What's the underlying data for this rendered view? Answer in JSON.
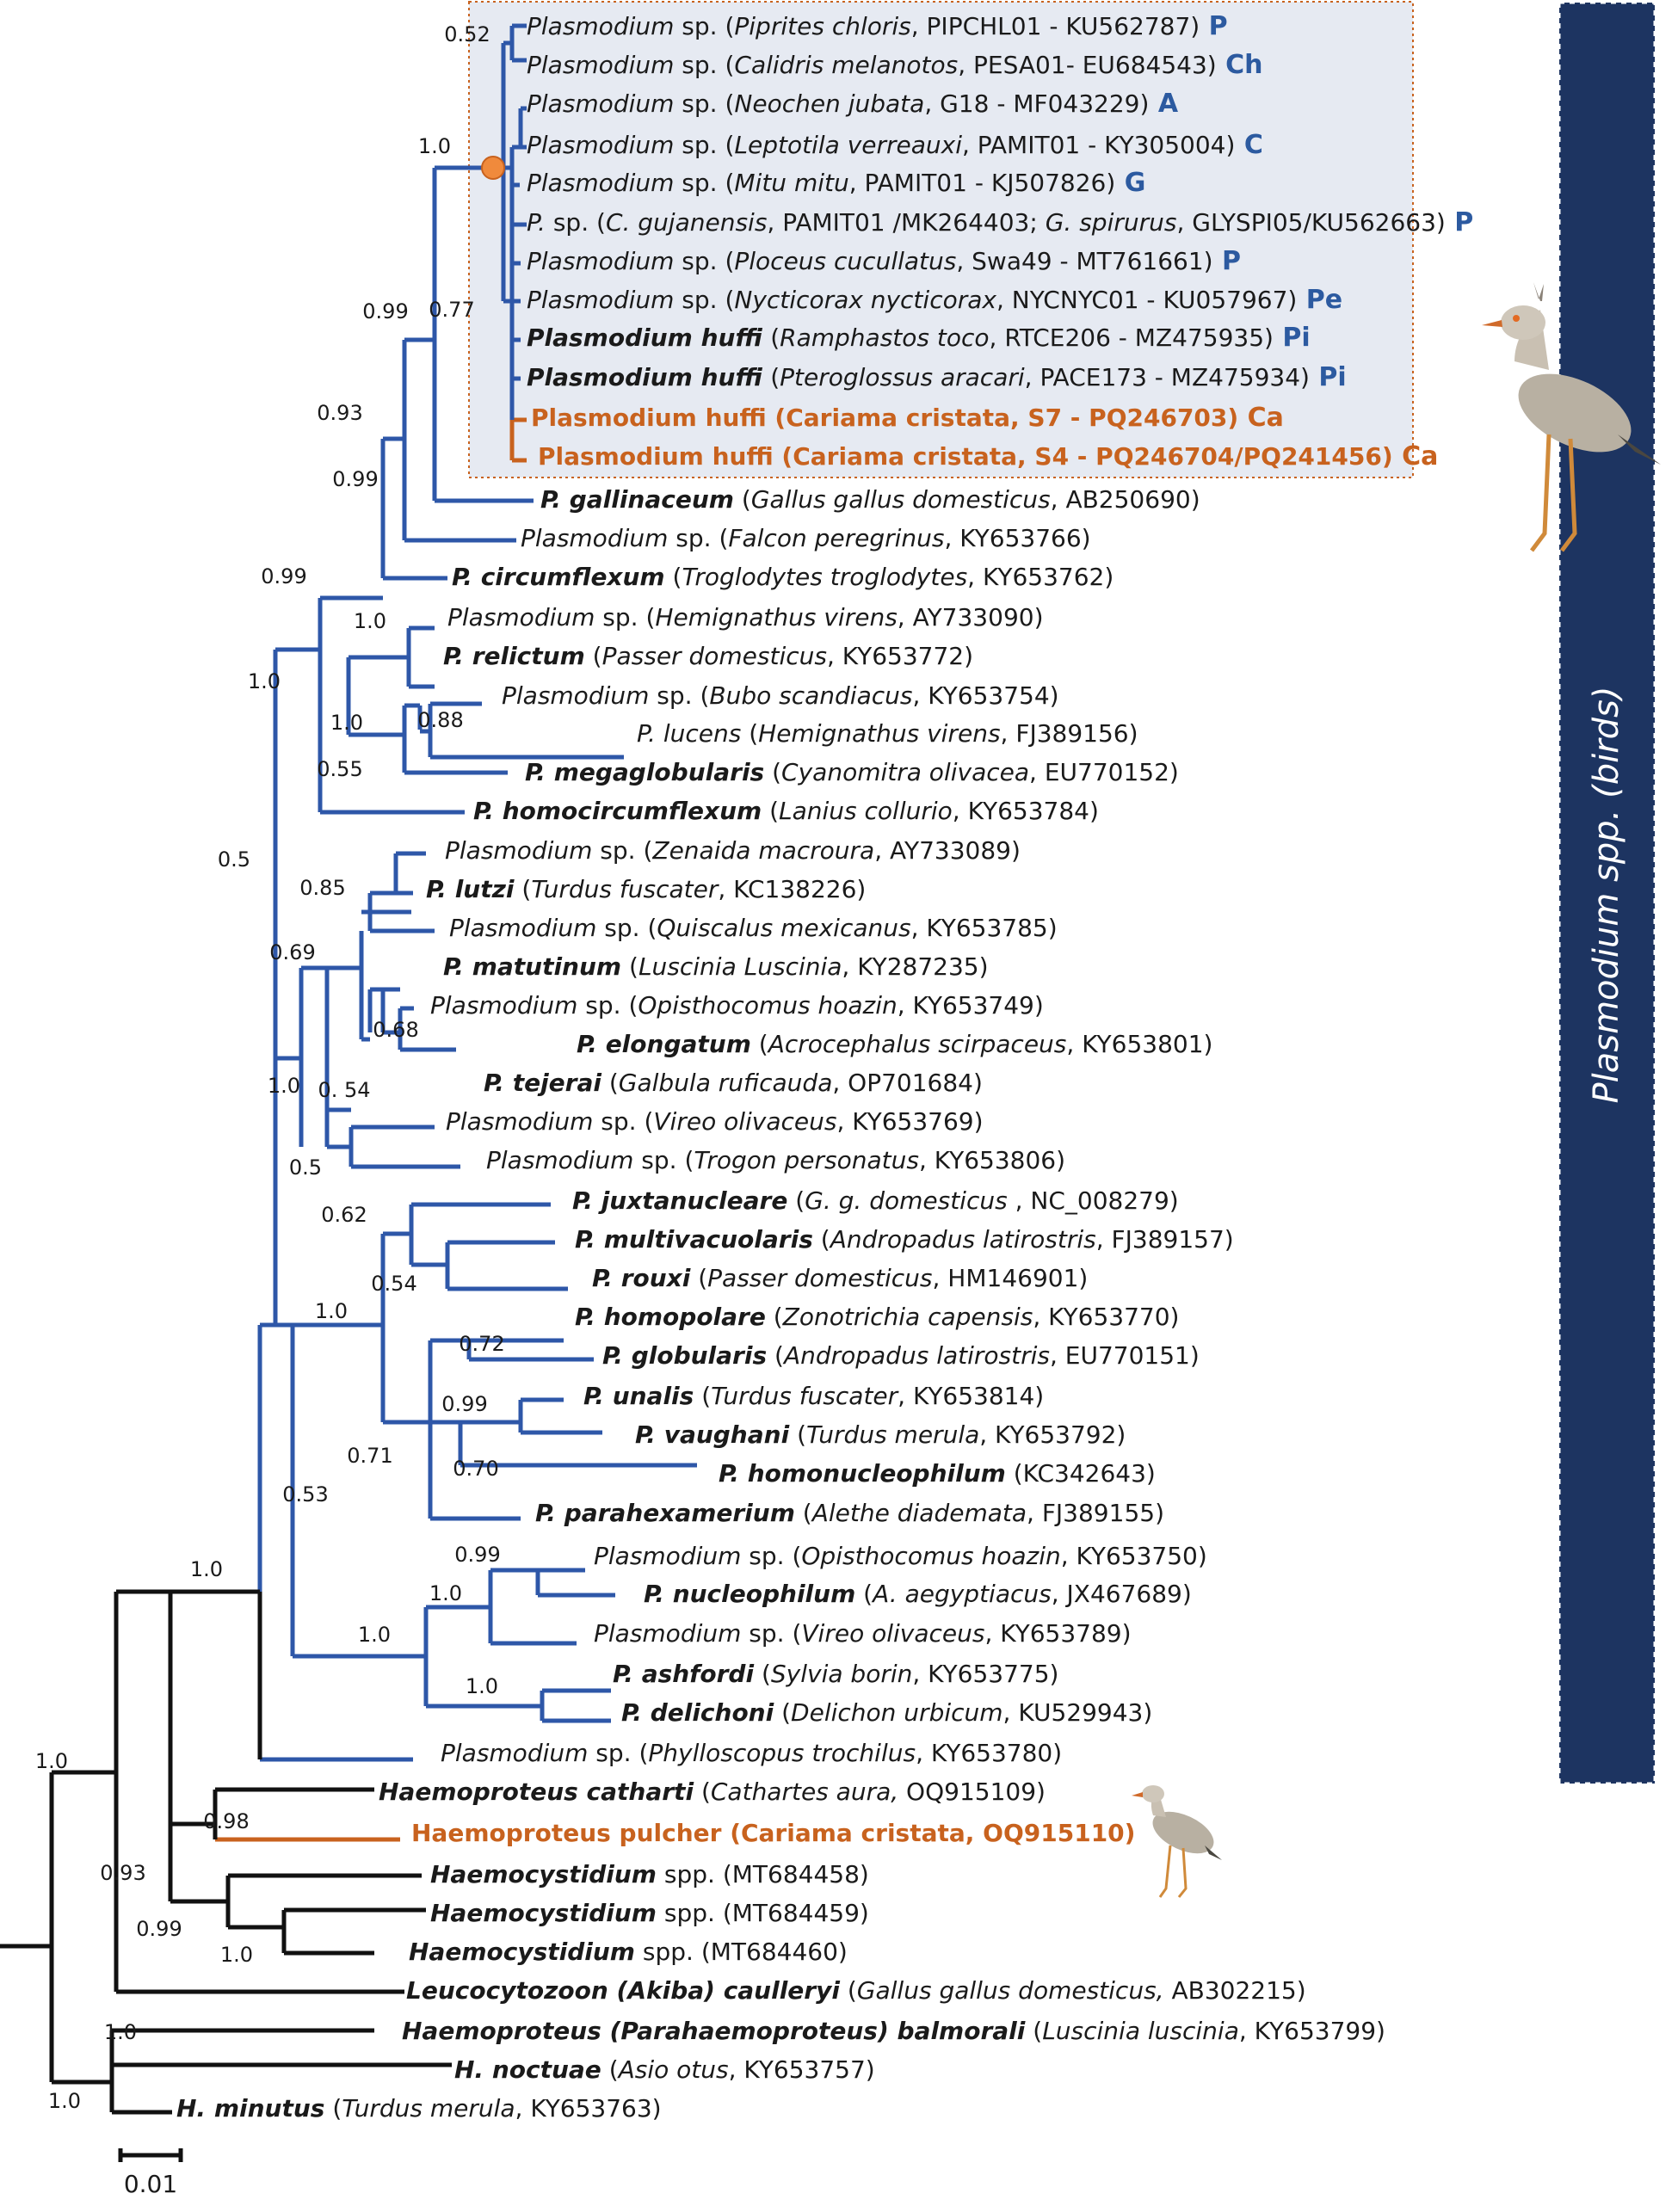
{
  "clade_label": "Plasmodium spp. (birds)",
  "scale_bar_label": "0.01",
  "colors": {
    "plasmodium_branch": "#2e57a8",
    "outgroup_branch": "#111111",
    "highlight": "#c8621e",
    "box_fill": "#e6eaf2",
    "clade_bar": "#1d3461",
    "node_marker": "#f08a3c"
  },
  "tips": [
    {
      "id": "t1",
      "ital_a": "Plasmodium",
      "plain_b": " sp. (",
      "ital_c": "Piprites chloris",
      "plain_d": ", PIPCHL01 - KU562787)",
      "abbr": "P"
    },
    {
      "id": "t2",
      "ital_a": "Plasmodium",
      "plain_b": " sp. (",
      "ital_c": "Calidris melanotos",
      "plain_d": ", PESA01- EU684543)",
      "abbr": "Ch"
    },
    {
      "id": "t3",
      "ital_a": "Plasmodium",
      "plain_b": " sp. (",
      "ital_c": "Neochen jubata",
      "plain_d": ", G18 - MF043229)",
      "abbr": "A"
    },
    {
      "id": "t4",
      "ital_a": "Plasmodium",
      "plain_b": " sp. (",
      "ital_c": "Leptotila verreauxi",
      "plain_d": ", PAMIT01 - KY305004)",
      "abbr": "C"
    },
    {
      "id": "t5",
      "ital_a": "Plasmodium",
      "plain_b": " sp. (",
      "ital_c": "Mitu mitu",
      "plain_d": ", PAMIT01 - KJ507826)",
      "abbr": "G"
    },
    {
      "id": "t6",
      "ital_a": "P.",
      "plain_b": " sp. (",
      "ital_c": "C. gujanensis",
      "plain_d": ", PAMIT01 /MK264403; ",
      "ital_e": "G. spirurus",
      "plain_f": ", GLYSPI05/KU562663)",
      "abbr": "P"
    },
    {
      "id": "t7",
      "ital_a": "Plasmodium",
      "plain_b": " sp. (",
      "ital_c": "Ploceus cucullatus",
      "plain_d": ", Swa49 - MT761661)",
      "abbr": "P"
    },
    {
      "id": "t8",
      "ital_a": "Plasmodium",
      "plain_b": " sp. (",
      "ital_c": "Nycticorax nycticorax",
      "plain_d": ", NYCNYC01 - KU057967)",
      "abbr": "Pe"
    },
    {
      "id": "t9",
      "bold_a": "Plasmodium huffi",
      "plain_b": " (",
      "ital_c": "Ramphastos toco",
      "plain_d": ", RTCE206 -  MZ475935)",
      "abbr": "Pi"
    },
    {
      "id": "t10",
      "bold_a": "Plasmodium huffi",
      "plain_b": " (",
      "ital_c": "Pteroglossus aracari",
      "plain_d": ", PACE173 -  MZ475934)",
      "abbr": "Pi"
    },
    {
      "id": "t11",
      "highlight": "Plasmodium huffi (Cariama cristata, S7 - PQ246703)",
      "abbr": "Ca"
    },
    {
      "id": "t12",
      "highlight": "Plasmodium huffi (Cariama cristata, S4 - PQ246704/PQ241456)",
      "abbr": "Ca"
    },
    {
      "id": "t13",
      "bold_a": "P. gallinaceum",
      "plain_b": " (",
      "ital_c": "Gallus gallus domesticus",
      "plain_d": ", AB250690)"
    },
    {
      "id": "t14",
      "ital_a": "Plasmodium",
      "plain_b": " sp. (",
      "ital_c": "Falcon peregrinus",
      "plain_d": ", KY653766)"
    },
    {
      "id": "t15",
      "bold_a": "P. circumflexum",
      "plain_b": " (",
      "ital_c": "Troglodytes troglodytes",
      "plain_d": ", KY653762)"
    },
    {
      "id": "t16",
      "ital_a": "Plasmodium",
      "plain_b": " sp. (",
      "ital_c": "Hemignathus virens",
      "plain_d": ", AY733090)"
    },
    {
      "id": "t17",
      "bold_a": "P. relictum",
      "plain_b": " (",
      "ital_c": "Passer domesticus",
      "plain_d": ", KY653772)"
    },
    {
      "id": "t18",
      "ital_a": "Plasmodium",
      "plain_b": " sp. (",
      "ital_c": "Bubo scandiacus",
      "plain_d": ", KY653754)"
    },
    {
      "id": "t19",
      "ital_a": "P. lucens",
      "plain_b": " (",
      "ital_c": "Hemignathus virens",
      "plain_d": ", FJ389156)"
    },
    {
      "id": "t20",
      "bold_a": "P. megaglobularis",
      "plain_b": " (",
      "ital_c": "Cyanomitra olivacea",
      "plain_d": ", EU770152)"
    },
    {
      "id": "t21",
      "bold_a": "P. homocircumflexum",
      "plain_b": " (",
      "ital_c": "Lanius collurio",
      "plain_d": ", KY653784)"
    },
    {
      "id": "t22",
      "ital_a": "Plasmodium",
      "plain_b": " sp. (",
      "ital_c": "Zenaida macroura",
      "plain_d": ", AY733089)"
    },
    {
      "id": "t23",
      "bold_a": "P. lutzi",
      "plain_b": " (",
      "ital_c": "Turdus fuscater",
      "plain_d": ", KC138226)"
    },
    {
      "id": "t24",
      "ital_a": "Plasmodium",
      "plain_b": " sp. (",
      "ital_c": "Quiscalus mexicanus",
      "plain_d": ", KY653785)"
    },
    {
      "id": "t25",
      "bold_a": "P. matutinum",
      "plain_b": " (",
      "ital_c": "Luscinia Luscinia",
      "plain_d": ", KY287235)"
    },
    {
      "id": "t26",
      "ital_a": "Plasmodium",
      "plain_b": " sp. (",
      "ital_c": "Opisthocomus hoazin",
      "plain_d": ", KY653749)"
    },
    {
      "id": "t27",
      "bold_a": "P. elongatum",
      "plain_b": " (",
      "ital_c": "Acrocephalus scirpaceus",
      "plain_d": ", KY653801)"
    },
    {
      "id": "t28",
      "bold_a": "P. tejerai",
      "plain_b": " (",
      "ital_c": "Galbula ruficauda",
      "plain_d": ", OP701684)"
    },
    {
      "id": "t29",
      "ital_a": "Plasmodium",
      "plain_b": " sp. (",
      "ital_c": "Vireo olivaceus",
      "plain_d": ", KY653769)"
    },
    {
      "id": "t30",
      "ital_a": "Plasmodium",
      "plain_b": " sp. (",
      "ital_c": "Trogon personatus",
      "plain_d": ", KY653806)"
    },
    {
      "id": "t31",
      "bold_a": "P. juxtanucleare",
      "plain_b": " (",
      "ital_c": "G. g. domesticus",
      "plain_d": " , NC_008279)"
    },
    {
      "id": "t32",
      "bold_a": "P. multivacuolaris",
      "plain_b": " (",
      "ital_c": "Andropadus latirostris",
      "plain_d": ", FJ389157)"
    },
    {
      "id": "t33",
      "bold_a": "P. rouxi",
      "plain_b": " (",
      "ital_c": "Passer domesticus",
      "plain_d": ", HM146901)"
    },
    {
      "id": "t34",
      "bold_a": "P. homopolare",
      "plain_b": " (",
      "ital_c": "Zonotrichia capensis",
      "plain_d": ", KY653770)"
    },
    {
      "id": "t35",
      "bold_a": "P. globularis",
      "plain_b": " (",
      "ital_c": "Andropadus latirostris",
      "plain_d": ", EU770151)"
    },
    {
      "id": "t36",
      "bold_a": "P. unalis",
      "plain_b": "  (",
      "ital_c": "Turdus fuscater",
      "plain_d": ", KY653814)"
    },
    {
      "id": "t37",
      "bold_a": "P. vaughani",
      "plain_b": " (",
      "ital_c": "Turdus merula",
      "plain_d": ", KY653792)"
    },
    {
      "id": "t38",
      "bold_a": "P. homonucleophilum",
      "plain_b": " (KC342643)"
    },
    {
      "id": "t39",
      "bold_a": "P. parahexamerium",
      "plain_b": " (",
      "ital_c": "Alethe diademata",
      "plain_d": ", FJ389155)"
    },
    {
      "id": "t40",
      "ital_a": "Plasmodium",
      "plain_b": " sp. (",
      "ital_c": "Opisthocomus hoazin",
      "plain_d": ", KY653750)"
    },
    {
      "id": "t41",
      "bold_a": "P. nucleophilum",
      "plain_b": " (",
      "ital_c": "A. aegyptiacus",
      "plain_d": ", JX467689)"
    },
    {
      "id": "t42",
      "ital_a": "Plasmodium",
      "plain_b": " sp. (",
      "ital_c": "Vireo olivaceus",
      "plain_d": ", KY653789)"
    },
    {
      "id": "t43",
      "bold_a": "P. ashfordi",
      "plain_b": " (",
      "ital_c": "Sylvia borin",
      "plain_d": ", KY653775)"
    },
    {
      "id": "t44",
      "bold_a": "P. delichoni",
      "plain_b": " (",
      "ital_c": "Delichon urbicum",
      "plain_d": ", KU529943)"
    },
    {
      "id": "t45",
      "ital_a": "Plasmodium",
      "plain_b": " sp. (",
      "ital_c": "Phylloscopus trochilus",
      "plain_d": ", KY653780)"
    },
    {
      "id": "t46",
      "bold_a": "Haemoproteus catharti",
      "plain_b": " (",
      "ital_c": "Cathartes aura,",
      "plain_d": " OQ915109)"
    },
    {
      "id": "t47",
      "highlight": "Haemoproteus pulcher (Cariama cristata, OQ915110)"
    },
    {
      "id": "t48",
      "bold_a": "Haemocystidium",
      "plain_b": " spp. (MT684458)"
    },
    {
      "id": "t49",
      "bold_a": "Haemocystidium",
      "plain_b": " spp. (MT684459)"
    },
    {
      "id": "t50",
      "bold_a": "Haemocystidium",
      "plain_b": " spp. (MT684460)"
    },
    {
      "id": "t51",
      "bold_a": "Leucocytozoon (Akiba) caulleryi",
      "plain_b": " (",
      "ital_c": "Gallus gallus domesticus,",
      "plain_d": " AB302215)"
    },
    {
      "id": "t52",
      "bold_a": "Haemoproteus (Parahaemoproteus) balmorali",
      "plain_b": " (",
      "ital_c": "Luscinia luscinia",
      "plain_d": ", KY653799)"
    },
    {
      "id": "t53",
      "bold_a": "H. noctuae",
      "plain_b": " (",
      "ital_c": "Asio otus",
      "plain_d": ", KY653757)"
    },
    {
      "id": "t54",
      "bold_a": "H. minutus",
      "plain_b": " (",
      "ital_c": "Turdus merula",
      "plain_d": ", KY653763)"
    }
  ],
  "supports": [
    {
      "id": "s1",
      "value": "0.52"
    },
    {
      "id": "s2",
      "value": "1.0"
    },
    {
      "id": "s3",
      "value": "0.77"
    },
    {
      "id": "s4",
      "value": "0.99"
    },
    {
      "id": "s5",
      "value": "0.93"
    },
    {
      "id": "s6",
      "value": "0.99"
    },
    {
      "id": "s7",
      "value": "0.99"
    },
    {
      "id": "s8",
      "value": "1.0"
    },
    {
      "id": "s9",
      "value": "1.0"
    },
    {
      "id": "s10",
      "value": "1.0"
    },
    {
      "id": "s11",
      "value": "0.88"
    },
    {
      "id": "s12",
      "value": "0.55"
    },
    {
      "id": "s13",
      "value": "0.5"
    },
    {
      "id": "s14",
      "value": "0.85"
    },
    {
      "id": "s15",
      "value": "0.69"
    },
    {
      "id": "s16",
      "value": "0.68"
    },
    {
      "id": "s17",
      "value": "1.0"
    },
    {
      "id": "s18",
      "value": "0. 54"
    },
    {
      "id": "s19",
      "value": "0.5"
    },
    {
      "id": "s20",
      "value": "0.62"
    },
    {
      "id": "s21",
      "value": "0.54"
    },
    {
      "id": "s22",
      "value": "1.0"
    },
    {
      "id": "s23",
      "value": "0.72"
    },
    {
      "id": "s24",
      "value": "0.99"
    },
    {
      "id": "s25",
      "value": "0.71"
    },
    {
      "id": "s26",
      "value": "0.70"
    },
    {
      "id": "s27",
      "value": "0.53"
    },
    {
      "id": "s28",
      "value": "1.0"
    },
    {
      "id": "s29",
      "value": "0.99"
    },
    {
      "id": "s30",
      "value": "1.0"
    },
    {
      "id": "s31",
      "value": "1.0"
    },
    {
      "id": "s32",
      "value": "1.0"
    },
    {
      "id": "s33",
      "value": "0.98"
    },
    {
      "id": "s34",
      "value": "0.93"
    },
    {
      "id": "s35",
      "value": "0.99"
    },
    {
      "id": "s36",
      "value": "1.0"
    },
    {
      "id": "s37",
      "value": "1.0"
    },
    {
      "id": "s38",
      "value": "1.0"
    },
    {
      "id": "s39",
      "value": "1.0"
    }
  ]
}
